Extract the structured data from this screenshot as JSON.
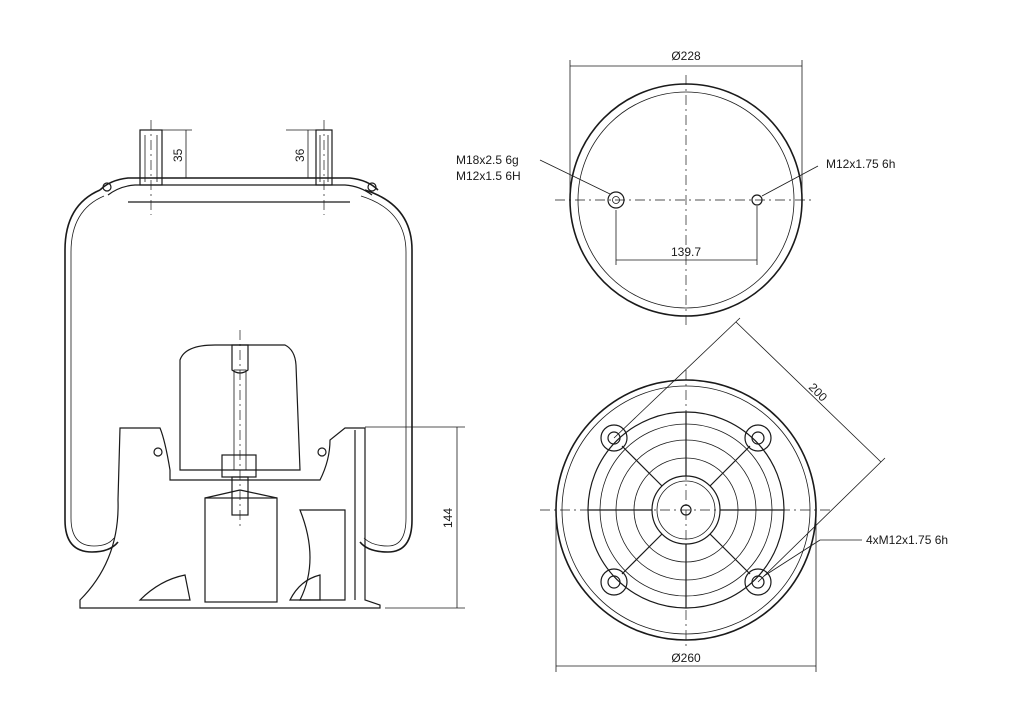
{
  "colors": {
    "line": "#1a1a1a",
    "hatch": "#555555",
    "background": "#ffffff"
  },
  "side_view": {
    "stud_height_left": "35",
    "stud_height_right": "36",
    "height": "144"
  },
  "top_view": {
    "diameter": "Ø228",
    "bolt_spacing": "139.7",
    "thread_left_line1": "M18x2.5 6g",
    "thread_left_line2": "M12x1.5 6H",
    "thread_right": "M12x1.75 6h"
  },
  "bottom_view": {
    "diameter": "Ø260",
    "bolt_diagonal": "200",
    "bolt_thread": "4xM12x1.75 6h"
  }
}
